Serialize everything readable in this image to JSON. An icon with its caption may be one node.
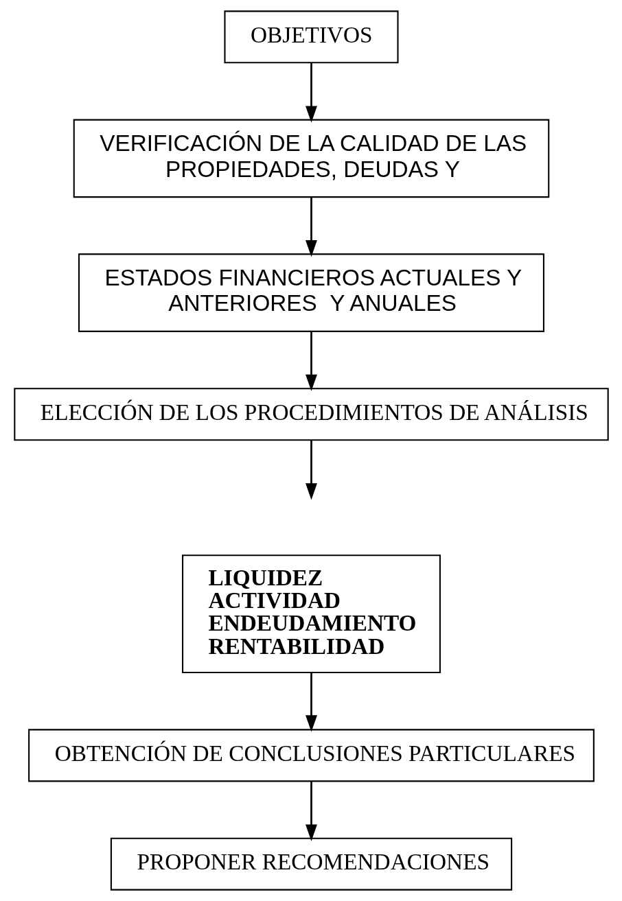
{
  "diagram": {
    "nodes": [
      {
        "text": [
          "OBJETIVOS"
        ]
      },
      {
        "text": [
          "VERIFICACIÓN DE LA CALIDAD DE LAS PROPIEDADES, DEUDAS Y"
        ]
      },
      {
        "text": [
          "ESTADOS FINANCIEROS ACTUALES Y ANTERIORES  Y ANUALES"
        ]
      },
      {
        "text": [
          "ELECCIÓN DE LOS PROCEDIMIENTOS DE ANÁLISIS"
        ]
      },
      {
        "text": [
          "LIQUIDEZ",
          "ACTIVIDAD",
          "ENDEUDAMIENTO",
          "RENTABILIDAD"
        ]
      },
      {
        "text": [
          "OBTENCIÓN DE CONCLUSIONES PARTICULARES"
        ]
      },
      {
        "text": [
          "PROPONER RECOMENDACIONES"
        ]
      }
    ],
    "edges": [
      {
        "from": 0,
        "to": 1,
        "arrow": "to"
      },
      {
        "from": 1,
        "to": 2,
        "arrow": "to"
      },
      {
        "from": 2,
        "to": 3,
        "arrow": "to"
      },
      {
        "from": 3,
        "to": null,
        "arrow": "to"
      },
      {
        "from": 4,
        "to": 5,
        "arrow": "to"
      },
      {
        "from": 5,
        "to": 6,
        "arrow": "to"
      }
    ]
  }
}
